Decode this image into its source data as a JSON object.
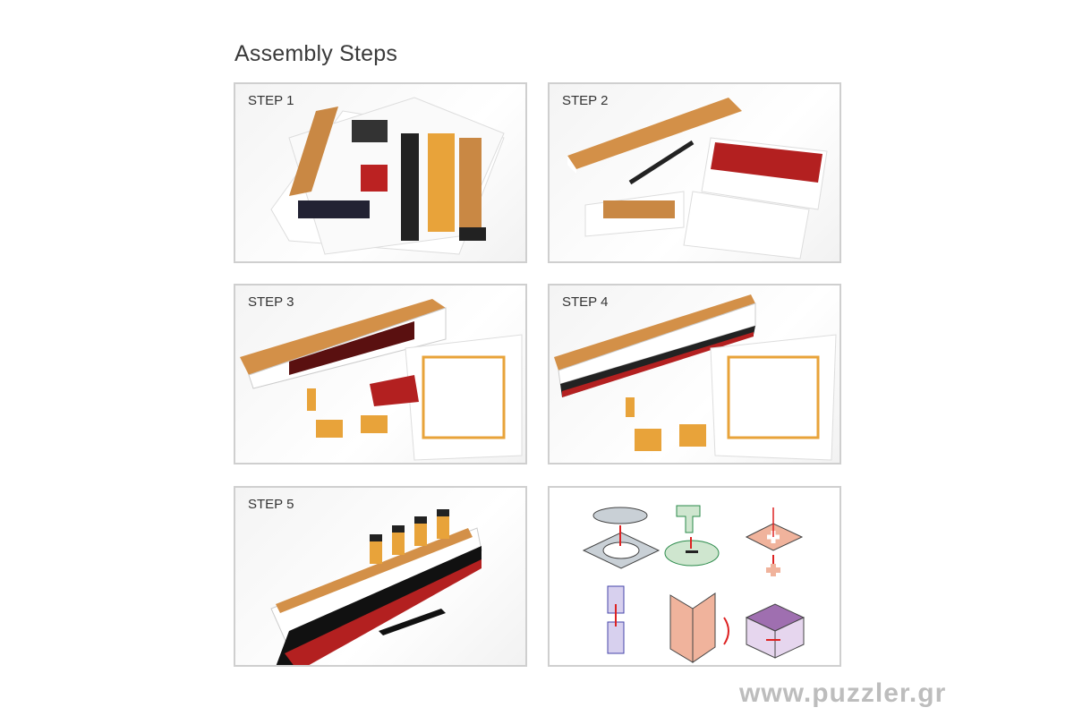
{
  "title": "Assembly Steps",
  "steps": [
    {
      "label": "STEP 1"
    },
    {
      "label": "STEP 2"
    },
    {
      "label": "STEP 3"
    },
    {
      "label": "STEP 4"
    },
    {
      "label": "STEP 5"
    }
  ],
  "watermark": "www.puzzler.gr"
}
